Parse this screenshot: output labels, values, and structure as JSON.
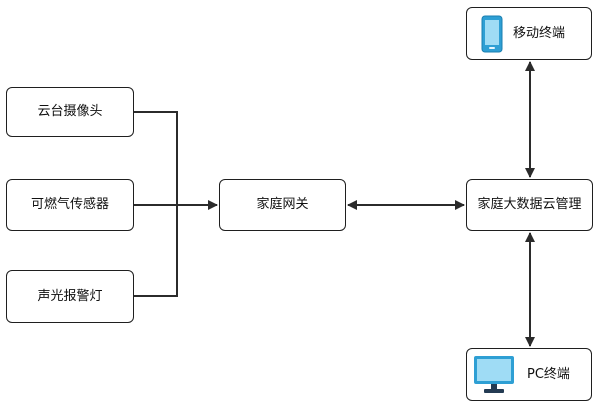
{
  "nodes": {
    "camera": "云台摄像头",
    "gas_sensor": "可燃气传感器",
    "alarm_light": "声光报警灯",
    "gateway": "家庭网关",
    "cloud": "家庭大数据云管理",
    "mobile": "移动终端",
    "pc": "PC终端"
  },
  "icons": {
    "mobile": "mobile-phone-icon",
    "pc": "monitor-icon"
  },
  "colors": {
    "line": "#2b2b2b",
    "border": "#1f1f1f",
    "icon_frame": "#2e9fd4",
    "icon_screen": "#9fdcf5",
    "icon_base": "#243b53"
  }
}
